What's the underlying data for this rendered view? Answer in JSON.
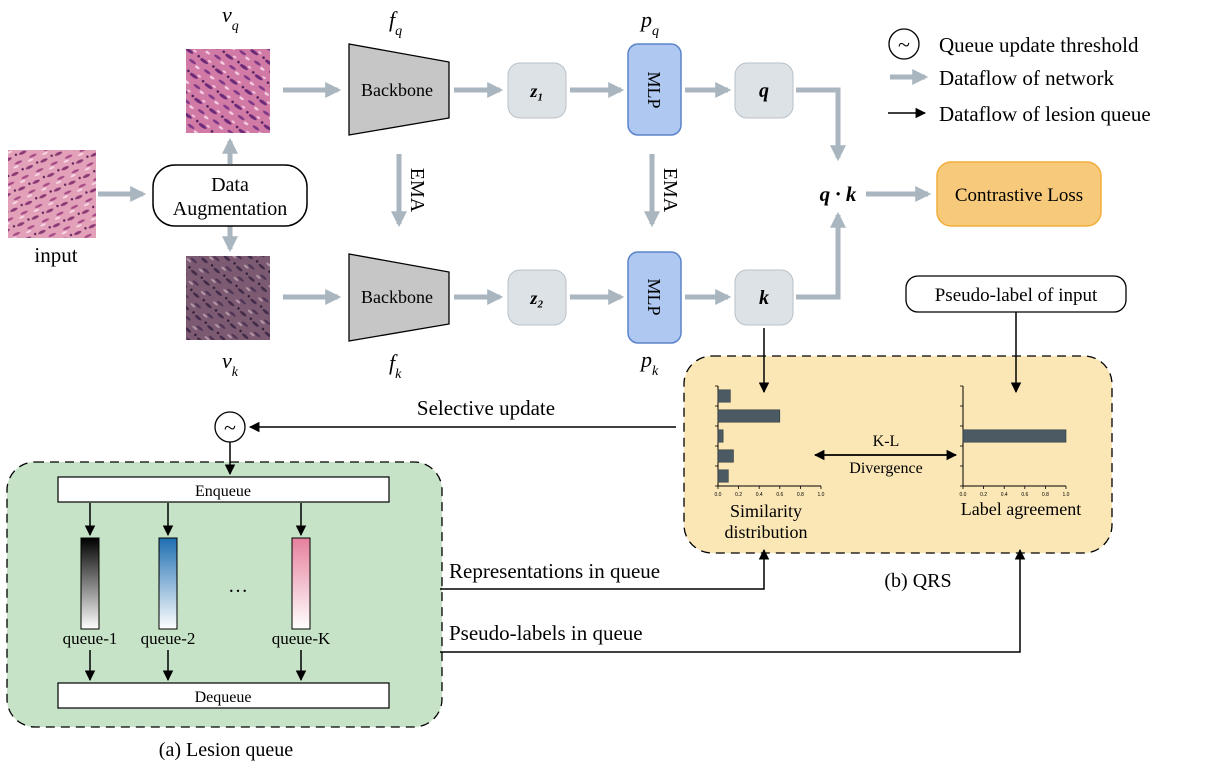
{
  "legend": {
    "threshold": "Queue update threshold",
    "network_flow": "Dataflow of network",
    "queue_flow": "Dataflow of lesion queue"
  },
  "labels": {
    "input": "input",
    "vq_main": "v",
    "vq_sub": "q",
    "vk_main": "v",
    "vk_sub": "k",
    "fq_main": "f",
    "fq_sub": "q",
    "fk_main": "f",
    "fk_sub": "k",
    "pq_main": "p",
    "pq_sub": "q",
    "pk_main": "p",
    "pk_sub": "k",
    "data_aug_1": "Data",
    "data_aug_2": "Augmentation",
    "backbone_top": "Backbone",
    "backbone_bottom": "Backbone",
    "ema_left": "EMA",
    "ema_right": "EMA",
    "z1": "z₁",
    "z2": "z₂",
    "mlp_top": "MLP",
    "mlp_bottom": "MLP",
    "q": "q",
    "k": "k",
    "qk": "q · k",
    "contrastive_loss": "Contrastive Loss",
    "pseudo_label_input": "Pseudo-label of input",
    "selective_update": "Selective update",
    "kl_1": "K-L",
    "kl_2": "Divergence",
    "similarity_1": "Similarity",
    "similarity_2": "distribution",
    "label_agreement": "Label agreement",
    "qrs_caption": "(b) QRS",
    "enqueue": "Enqueue",
    "dequeue": "Dequeue",
    "queue1": "queue-1",
    "queue2": "queue-2",
    "queueK": "queue-K",
    "ellipsis": "…",
    "repr_in_queue": "Representations in queue",
    "pseudo_in_queue": "Pseudo-labels in queue",
    "lesion_caption": "(a) Lesion queue",
    "tilde": "~",
    "axis_ticks": [
      "0.0",
      "0.2",
      "0.4",
      "0.6",
      "0.8",
      "1.0"
    ]
  },
  "charts": {
    "similarity_values": [
      0.12,
      0.6,
      0.05,
      0.15,
      0.1
    ],
    "label_values": [
      0,
      0,
      1.0,
      0,
      0
    ]
  },
  "colors": {
    "gray_arrow": "#a9b6bf",
    "backbone": "#c6c6c6",
    "mlp": "#aec8f2",
    "mlp_stroke": "#5b84c8",
    "zbox": "#dde2e6",
    "loss": "#f7c97a",
    "qrs_bg": "#fbe7b6",
    "lesion_bg": "#c7e3c7",
    "bar": "#4c5a64"
  }
}
